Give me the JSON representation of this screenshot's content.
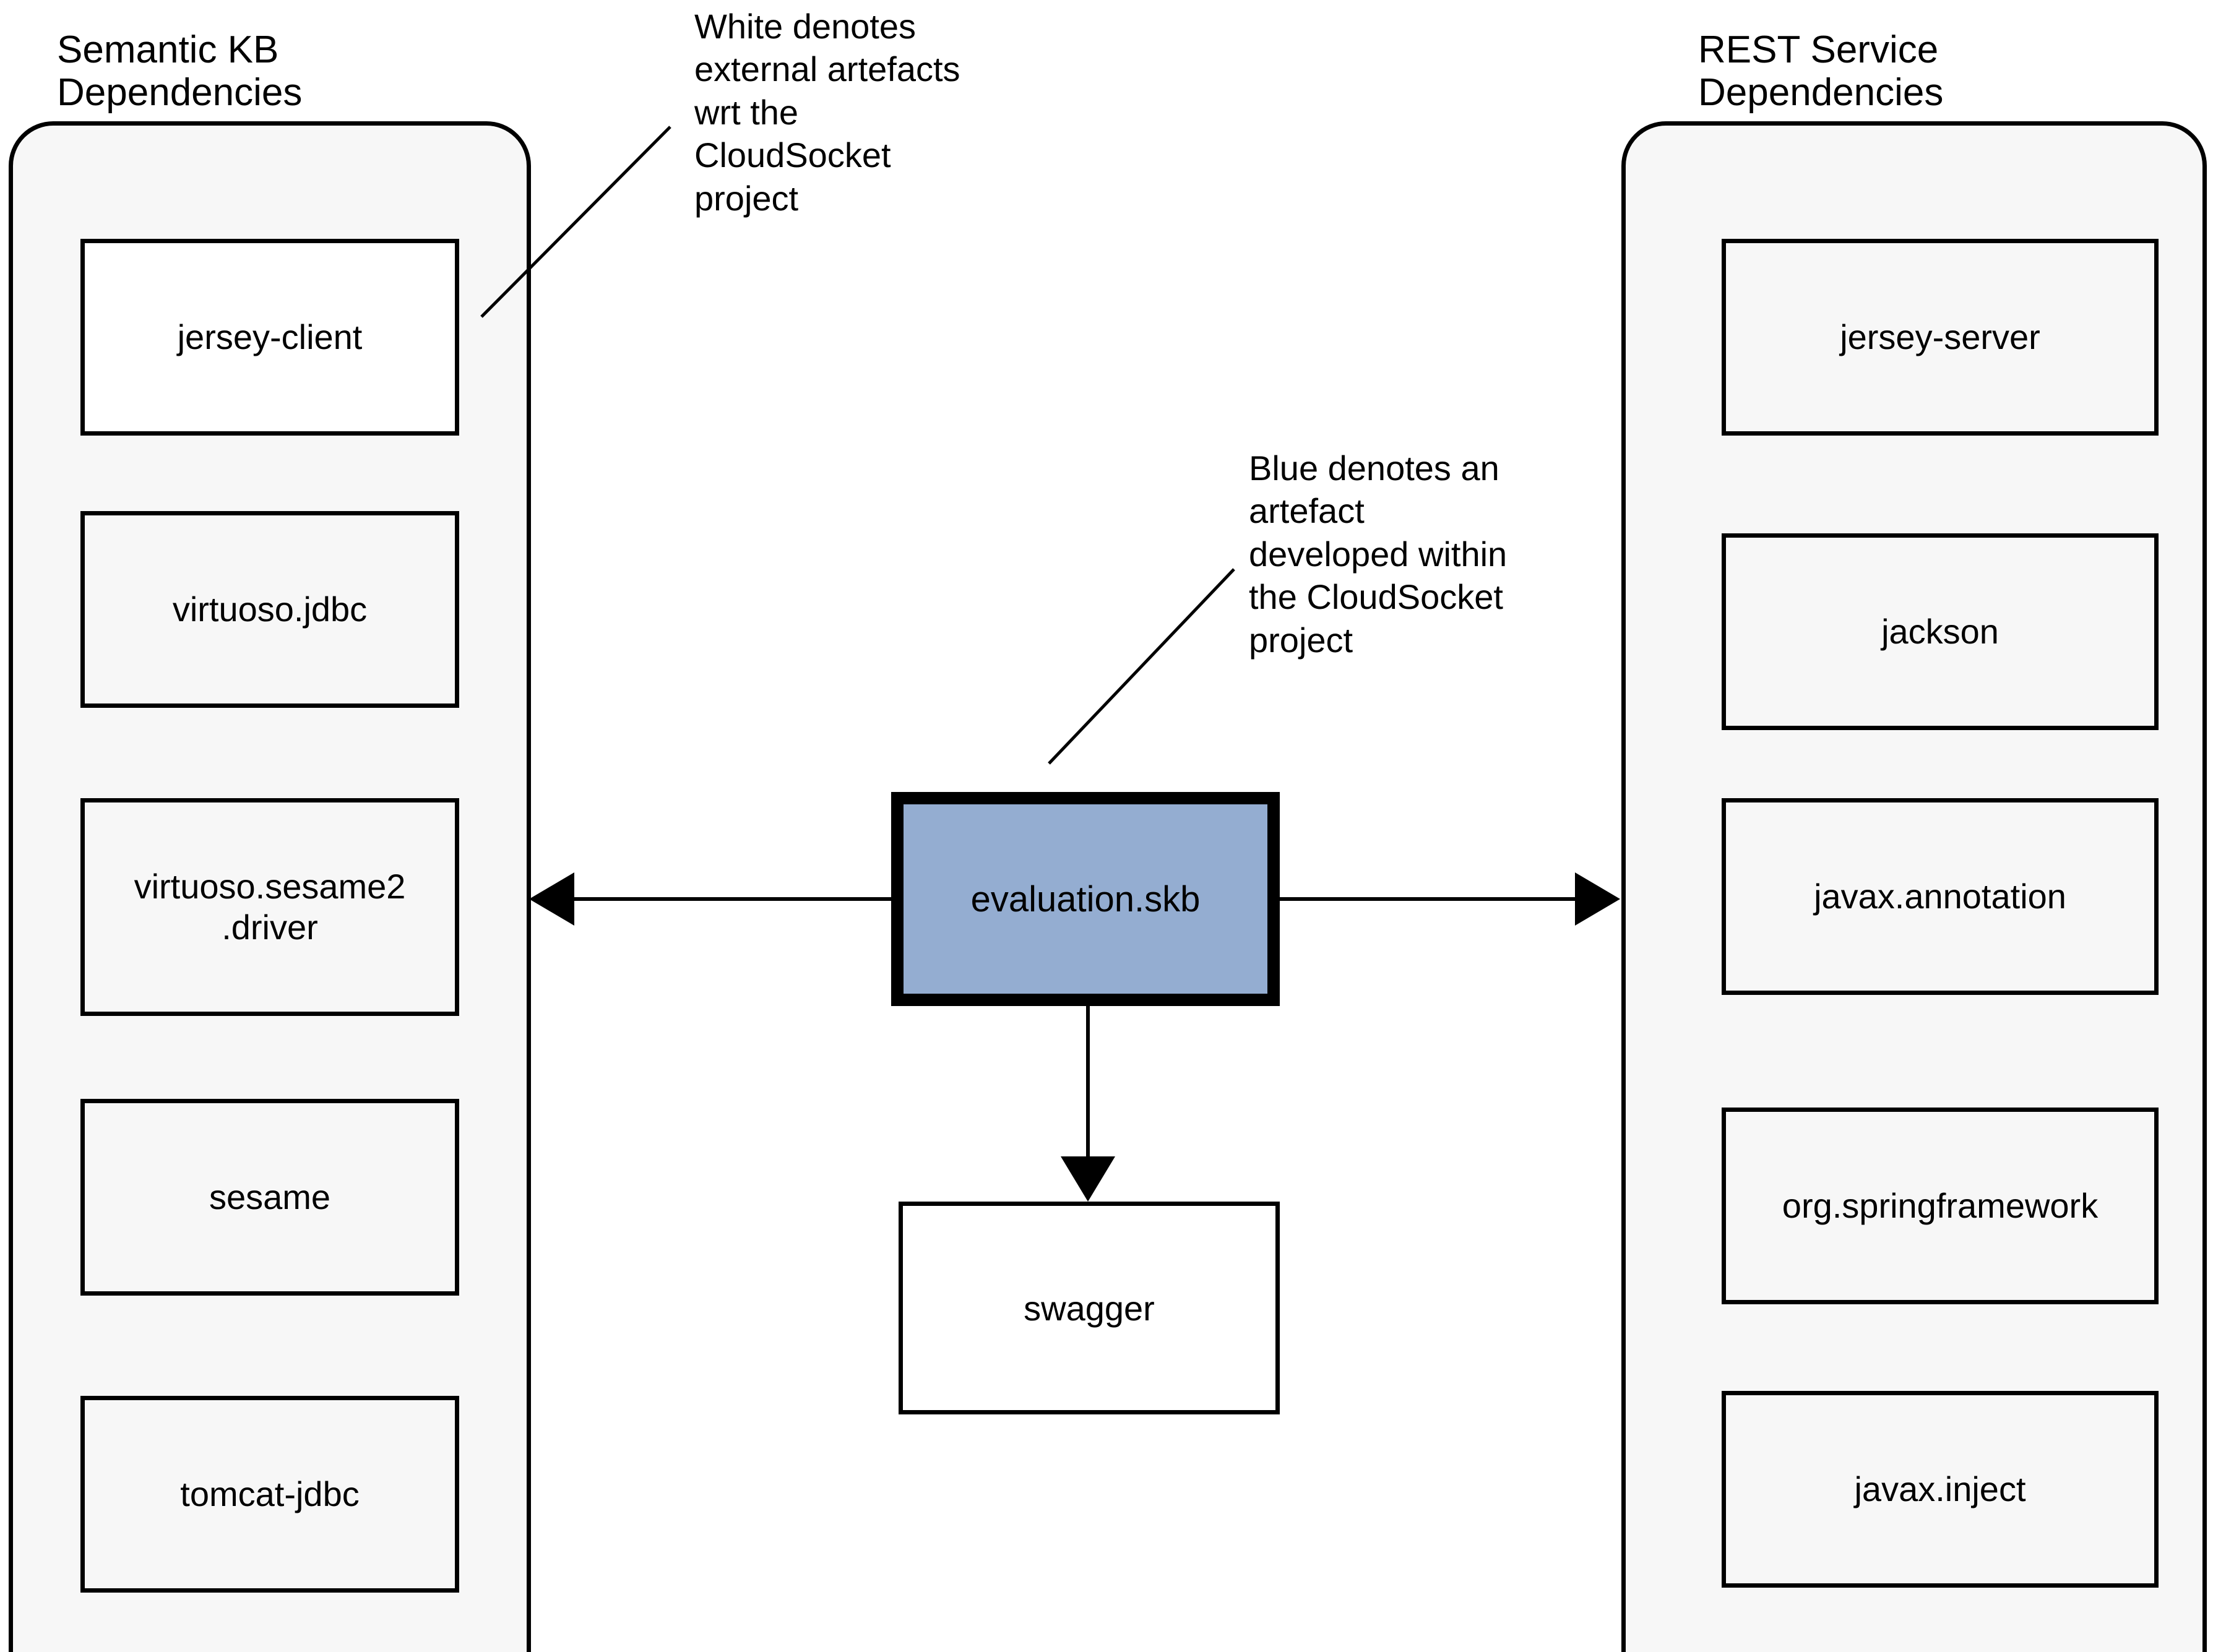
{
  "diagram": {
    "title_left": "Semantic KB\nDependencies",
    "title_right": "REST Service\nDependencies",
    "colors": {
      "internal_artefact_fill": "#94add1",
      "external_artefact_fill": "#ffffff",
      "group_fill": "#f7f7f7",
      "stroke": "#000000"
    }
  },
  "groups": {
    "semantic_kb": {
      "title": "Semantic KB\nDependencies",
      "items": [
        {
          "label": "jersey-client"
        },
        {
          "label": "virtuoso.jdbc"
        },
        {
          "label": "virtuoso.sesame2\n.driver"
        },
        {
          "label": "sesame"
        },
        {
          "label": "tomcat-jdbc"
        }
      ]
    },
    "rest_service": {
      "title": "REST Service\nDependencies",
      "items": [
        {
          "label": "jersey-server"
        },
        {
          "label": "jackson"
        },
        {
          "label": "javax.annotation"
        },
        {
          "label": "org.springframework"
        },
        {
          "label": "javax.inject"
        }
      ]
    }
  },
  "center": {
    "label": "evaluation.skb"
  },
  "below": {
    "label": "swagger"
  },
  "notes": {
    "white": "White denotes\nexternal artefacts\nwrt the\nCloudSocket\nproject",
    "blue": "Blue denotes an\nartefact\ndeveloped within\nthe CloudSocket\nproject"
  }
}
